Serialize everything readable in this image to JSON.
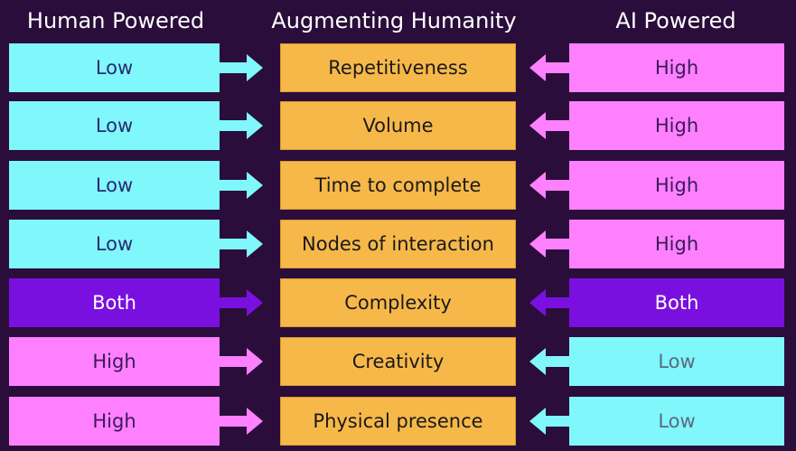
{
  "titles": {
    "left": "Human Powered",
    "middle": "Augmenting Humanity",
    "right": "AI Powered"
  },
  "colors": {
    "background": "#2a0d3a",
    "cyan": "#7ff7fb",
    "pink": "#ff80ff",
    "purple": "#7a10e0",
    "orange": "#f7b84a"
  },
  "rows": [
    {
      "human": "Low",
      "human_color": "cyan",
      "factor": "Repetitiveness",
      "ai": "High",
      "ai_color": "pink"
    },
    {
      "human": "Low",
      "human_color": "cyan",
      "factor": "Volume",
      "ai": "High",
      "ai_color": "pink"
    },
    {
      "human": "Low",
      "human_color": "cyan",
      "factor": "Time to complete",
      "ai": "High",
      "ai_color": "pink"
    },
    {
      "human": "Low",
      "human_color": "cyan",
      "factor": "Nodes of interaction",
      "ai": "High",
      "ai_color": "pink"
    },
    {
      "human": "Both",
      "human_color": "purple",
      "factor": "Complexity",
      "ai": "Both",
      "ai_color": "purple"
    },
    {
      "human": "High",
      "human_color": "pink",
      "factor": "Creativity",
      "ai": "Low",
      "ai_color": "cyan"
    },
    {
      "human": "High",
      "human_color": "pink",
      "factor": "Physical presence",
      "ai": "Low",
      "ai_color": "cyan"
    }
  ]
}
